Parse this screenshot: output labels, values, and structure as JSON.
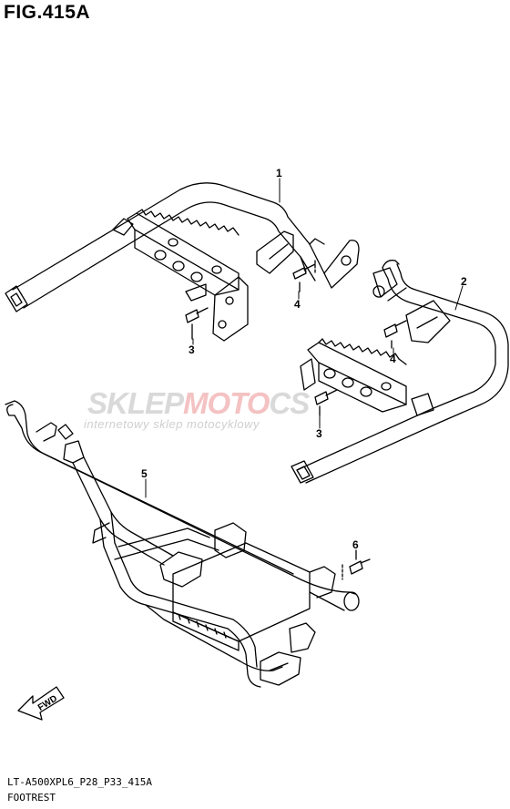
{
  "figure": {
    "title": "FIG.415A",
    "model_code": "LT-A500XPL6_P28_P33_415A",
    "section_name": "FOOTREST"
  },
  "callouts": [
    {
      "id": "1"
    },
    {
      "id": "2"
    },
    {
      "id": "3"
    },
    {
      "id": "3"
    },
    {
      "id": "4"
    },
    {
      "id": "4"
    },
    {
      "id": "5"
    },
    {
      "id": "6"
    }
  ],
  "direction_arrow": {
    "label": "FWD"
  },
  "watermark": {
    "part_a": "SKLEP",
    "part_b": "MOTO",
    "part_c": "CS",
    "subtitle": "internetowy sklep motocyklowy"
  },
  "colors": {
    "line": "#000000",
    "watermark_gray": "#d9d9d9",
    "watermark_red": "#f4c2c2"
  }
}
